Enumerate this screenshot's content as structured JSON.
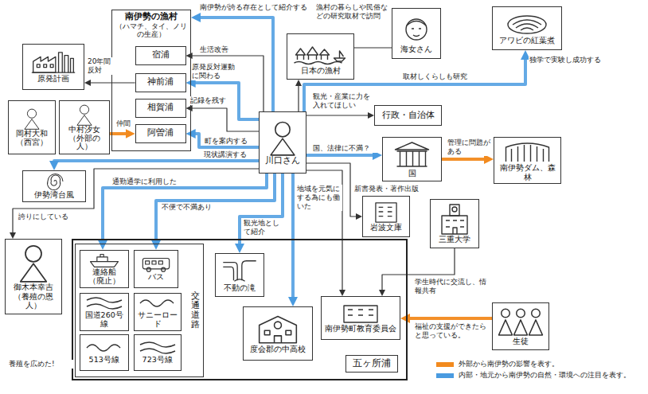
{
  "diagram": {
    "nodes": [
      {
        "text": [
          "南伊勢の漁村",
          "（ハマチ、タイ、ノリの生産）"
        ]
      },
      {
        "text": [
          "宿浦"
        ],
        "in": 0
      },
      {
        "text": [
          "神前浦"
        ],
        "in": 0
      },
      {
        "text": [
          "相賀浦"
        ],
        "in": 0
      },
      {
        "text": [
          "阿曽浦"
        ],
        "in": 0
      },
      {
        "text": [
          "原発計画"
        ]
      },
      {
        "text": [
          "岡村大和",
          "（西宮）"
        ]
      },
      {
        "text": [
          "中村汐女",
          "（外部の人）"
        ]
      },
      {
        "text": [
          "伊勢湾台風"
        ]
      },
      {
        "text": [
          "日本の漁村"
        ]
      },
      {
        "text": [
          "海女さん"
        ]
      },
      {
        "text": [
          "アワビの紅葉煮"
        ]
      },
      {
        "text": [
          "川口さん"
        ]
      },
      {
        "text": [
          "行政・自治体"
        ]
      },
      {
        "text": [
          "国"
        ]
      },
      {
        "text": [
          "南伊勢ダム、森林"
        ]
      },
      {
        "text": [
          "岩波文庫"
        ]
      },
      {
        "text": [
          "三重大学"
        ]
      },
      {
        "text": [
          "生徒"
        ]
      },
      {
        "text": [
          "御木本幸吉",
          "（養殖の恩人）"
        ]
      },
      {
        "text": [
          "五ヶ所浦"
        ]
      },
      {
        "text": [
          "交通道路"
        ],
        "in": 20
      },
      {
        "text": [
          "連絡船",
          "（廃止）"
        ],
        "in": 21
      },
      {
        "text": [
          "バス"
        ],
        "in": 21
      },
      {
        "text": [
          "国道260号線"
        ],
        "in": 21
      },
      {
        "text": [
          "サニーロード"
        ],
        "in": 21
      },
      {
        "text": [
          "513号線"
        ],
        "in": 21
      },
      {
        "text": [
          "723号線"
        ],
        "in": 21
      },
      {
        "text": [
          "不動の滝"
        ],
        "in": 20
      },
      {
        "text": [
          "度会郡の中高校"
        ],
        "in": 20
      },
      {
        "text": [
          "南伊勢町教育委員会"
        ],
        "in": 20
      }
    ],
    "edges": [
      {
        "from": 12,
        "to": 0,
        "arrow": "to",
        "label": "南伊勢が誇る存在として紹介する"
      },
      {
        "from": 12,
        "to": 1,
        "arrow": "to",
        "label": "生活改善"
      },
      {
        "from": 12,
        "to": 2,
        "arrow": "to",
        "label": "原発反対運動に関わる"
      },
      {
        "from": 12,
        "to": 3,
        "arrow": "to",
        "label": "記録を残す"
      },
      {
        "from": 12,
        "to": 4,
        "arrow": "to",
        "label": "町を案内する"
      },
      {
        "from": 2,
        "to": 5,
        "arrow": "to",
        "label": "20年間反対"
      },
      {
        "from": 7,
        "to": 4,
        "arrow": "to",
        "label": "仲間"
      },
      {
        "from": 12,
        "to": 8,
        "arrow": "to",
        "label": "現状講演する"
      },
      {
        "from": 12,
        "to": 19,
        "arrow": "to",
        "label": "誇りにしている"
      },
      {
        "from": 12,
        "to": 9,
        "arrow": "to"
      },
      {
        "from": 9,
        "to": 10,
        "arrow": "none"
      },
      {
        "from": 12,
        "to": 11,
        "arrow": "to",
        "label": "取材しくらしも研究"
      },
      {
        "from": 12,
        "to": 13,
        "arrow": "to",
        "label": "観光・産業に力を入れてほしい"
      },
      {
        "from": 12,
        "to": 14,
        "arrow": "to",
        "label": "国、法律に不満？"
      },
      {
        "from": 14,
        "to": 15,
        "arrow": "to",
        "label": "管理に問題がある"
      },
      {
        "from": 12,
        "to": 16,
        "arrow": "to",
        "label": "新書発表・著作出版"
      },
      {
        "from": 12,
        "to": 22,
        "arrow": "to",
        "label": "通勤通学に利用した"
      },
      {
        "from": 12,
        "to": 23,
        "arrow": "to",
        "label": "不便で不満あり"
      },
      {
        "from": 12,
        "to": 28,
        "arrow": "to",
        "label": "観光地として紹介"
      },
      {
        "from": 12,
        "to": 29,
        "arrow": "to",
        "label": "地域を元気にする為にも働いた"
      },
      {
        "from": 12,
        "to": 30,
        "arrow": "to"
      },
      {
        "from": 17,
        "to": 30,
        "arrow": "to",
        "label": "学生時代に交流し、情報共有"
      },
      {
        "from": 18,
        "to": 30,
        "arrow": "to",
        "label": "福祉の支援ができたらと思っている。"
      }
    ],
    "labels": [
      "漁村の暮らしや民俗などの研究取材で訪問",
      "独学で実験し成功する",
      "養殖を広めた!"
    ],
    "legend": [
      {
        "text": "外部から南伊勢の影響を表す。",
        "color": "#f28a1e"
      },
      {
        "text": "内部・地元から南伊勢の自然・環境への注目を表す。",
        "color": "#4a9be0"
      }
    ]
  }
}
